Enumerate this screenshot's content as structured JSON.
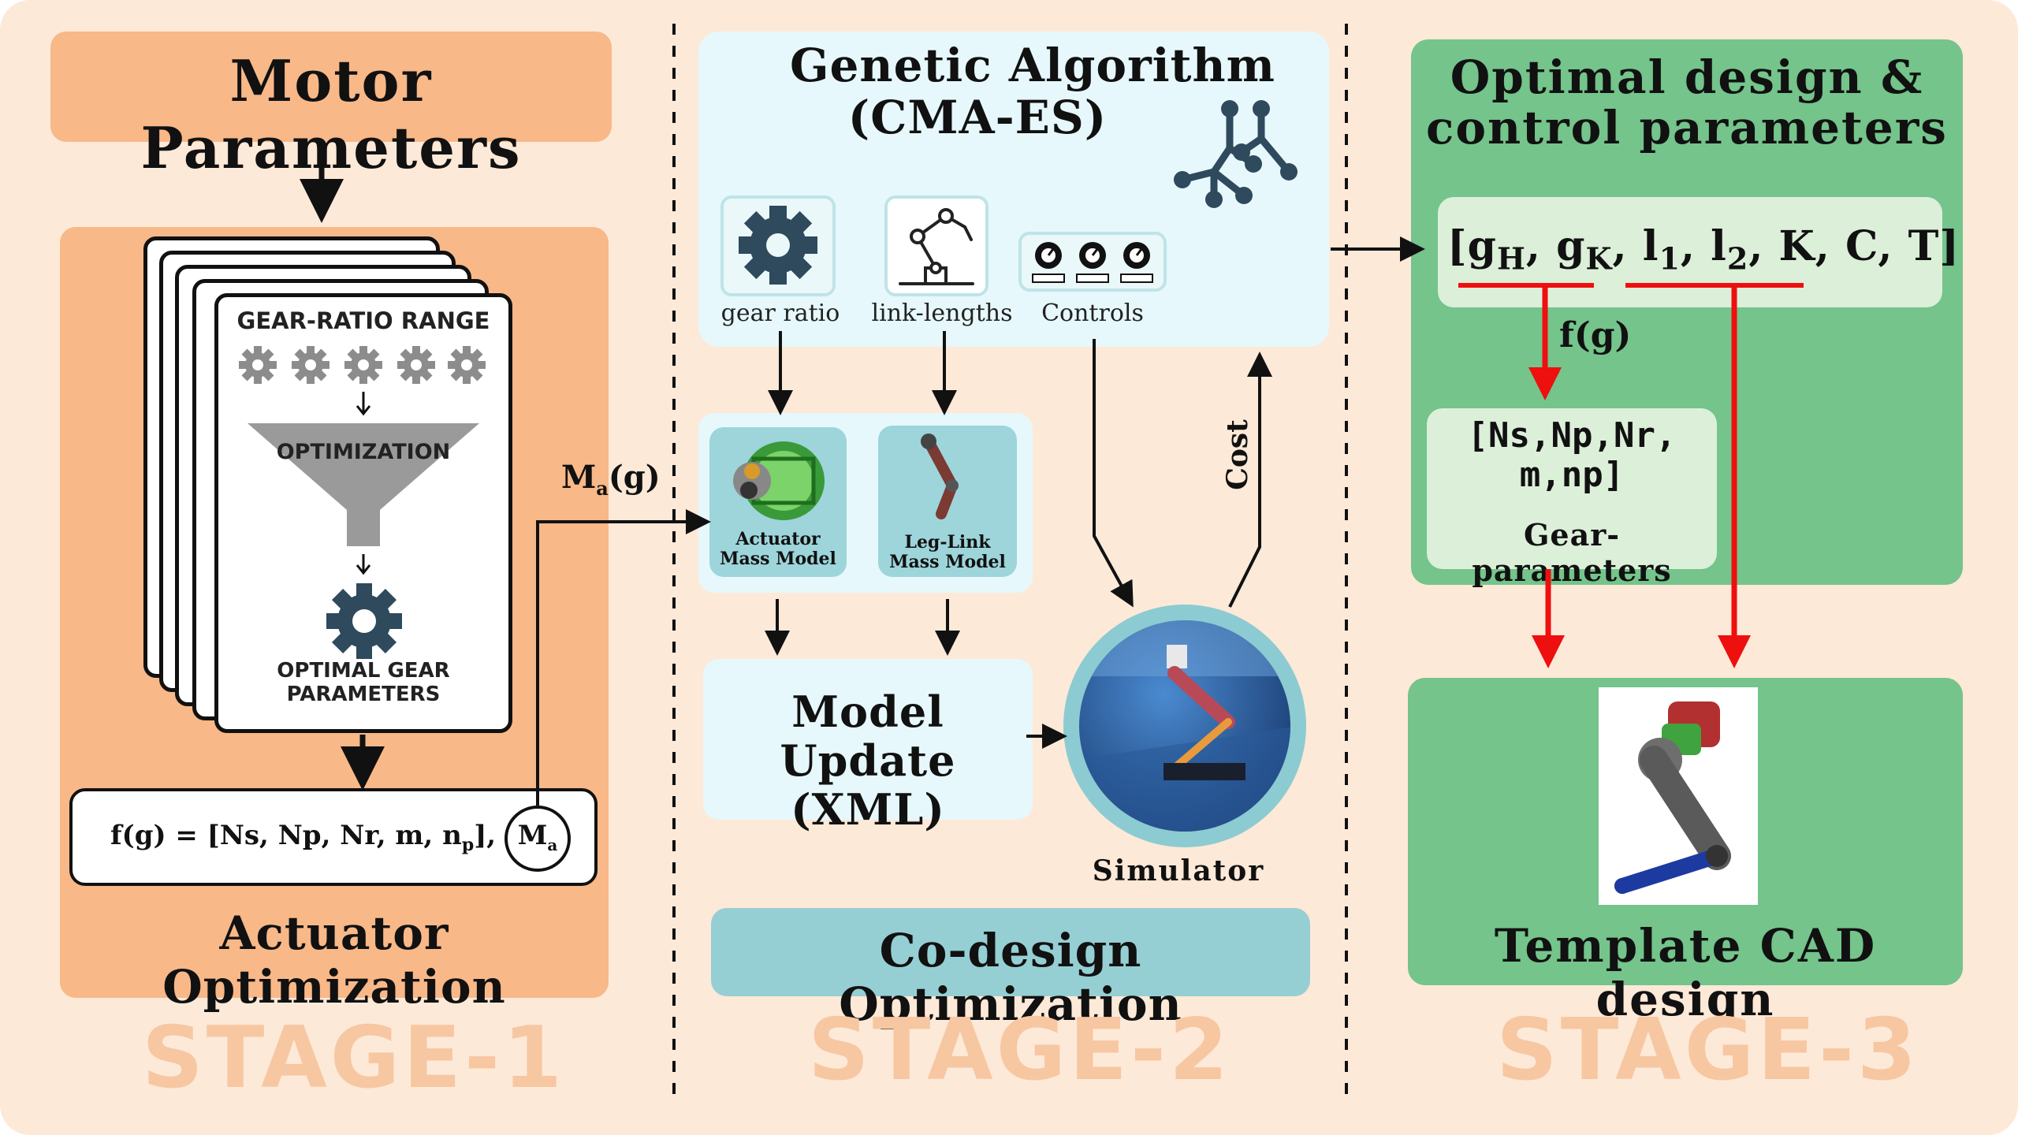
{
  "stage1": {
    "motor_parameters": "Motor Parameters",
    "card_title": "GEAR-RATIO RANGE",
    "funnel_label": "OPTIMIZATION",
    "optimal_label_line1": "OPTIMAL GEAR",
    "optimal_label_line2": "PARAMETERS",
    "formula": "f(g) = [Ns, Np, Nr, m, n",
    "formula_sub": "p",
    "formula_tail": "],",
    "ma": "M",
    "ma_sub": "a",
    "title": "Actuator Optimization",
    "stage_label": "STAGE-1",
    "ma_g": "M",
    "ma_g_sub": "a",
    "ma_g_tail": "(g)"
  },
  "stage2": {
    "ga_line1": "Genetic Algorithm",
    "ga_line2": "(CMA-ES)",
    "icon_gear": "gear ratio",
    "icon_link": "link-lengths",
    "icon_controls": "Controls",
    "actuator_model_line1": "Actuator",
    "actuator_model_line2": "Mass Model",
    "leg_model_line1": "Leg-Link",
    "leg_model_line2": "Mass Model",
    "model_update_line1": "Model Update",
    "model_update_line2": "(XML)",
    "cost": "Cost",
    "simulator": "Simulator",
    "title": "Co-design Optimization",
    "stage_label": "STAGE-2"
  },
  "stage3": {
    "title_line1": "Optimal design &",
    "title_line2": "control parameters",
    "params": {
      "open": "[g",
      "h_sub": "H",
      "sep1": ", g",
      "k_sub": "K",
      "sep2": ", l",
      "l1_sub": "1",
      "sep3": ", l",
      "l2_sub": "2",
      "tail": ", K, C, T]"
    },
    "fg": "f(g)",
    "gear_params_line1": "[Ns,Np,Nr,",
    "gear_params_line2": "m,np]",
    "gear_params_caption": "Gear-parameters",
    "cad_title": "Template CAD design",
    "stage_label": "STAGE-3"
  },
  "colors": {
    "background": "#fde9d8",
    "stage1_box": "#f8b888",
    "stage2_box": "#e6f8fb",
    "stage2_title": "#95cfd3",
    "stage3_box": "#74c48b",
    "stage3_inner": "#dcefd9",
    "stage_label": "#f7c7a2",
    "red_arrow": "#ee0f0f"
  },
  "icons": [
    "gear-icon",
    "robot-arm-icon",
    "knobs-icon",
    "tree-icon",
    "funnel-icon"
  ]
}
